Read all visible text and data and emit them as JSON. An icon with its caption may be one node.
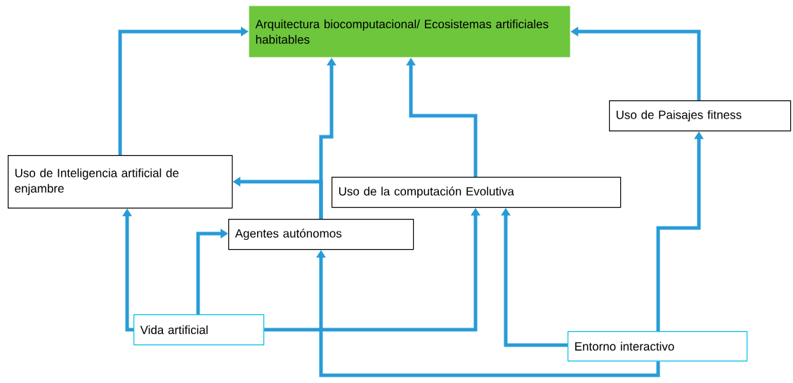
{
  "diagram": {
    "nodes": [
      {
        "text": [
          "Arquitectura biocomputacional/ Ecosistemas artificiales habitables"
        ]
      },
      {
        "text": [
          "Uso de Paisajes fitness"
        ]
      },
      {
        "text": [
          "Uso de Inteligencia artificial de enjambre"
        ]
      },
      {
        "text": [
          "Uso de la computación Evolutiva"
        ]
      },
      {
        "text": [
          "Agentes autónomos"
        ]
      },
      {
        "text": [
          "Vida artificial"
        ]
      },
      {
        "text": [
          "Entorno interactivo"
        ]
      }
    ],
    "edges": [
      {
        "from": 2,
        "to": 0,
        "arrow": "to"
      },
      {
        "from": 4,
        "to": 0,
        "arrow": "to"
      },
      {
        "from": 4,
        "to": 2,
        "arrow": "to"
      },
      {
        "from": 3,
        "to": 0,
        "arrow": "to"
      },
      {
        "from": 1,
        "to": 0,
        "arrow": "to"
      },
      {
        "from": 5,
        "to": 2,
        "arrow": "to"
      },
      {
        "from": 5,
        "to": 4,
        "arrow": "to"
      },
      {
        "from": 5,
        "to": 3,
        "arrow": "to"
      },
      {
        "from": 6,
        "to": 3,
        "arrow": "to"
      },
      {
        "from": 6,
        "to": 1,
        "arrow": "to"
      },
      {
        "from": 6,
        "to": 4,
        "arrow": "to"
      }
    ]
  }
}
